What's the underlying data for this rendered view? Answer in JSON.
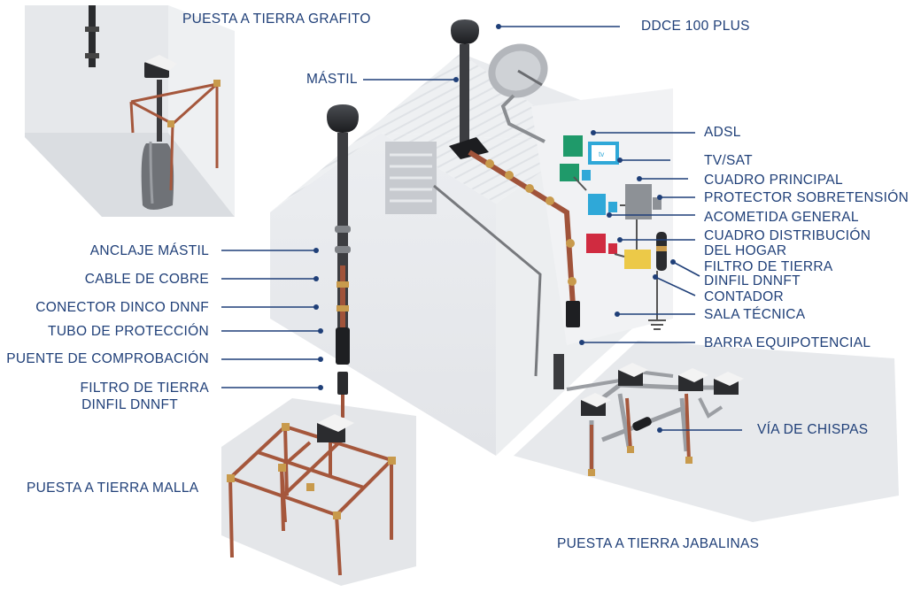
{
  "labels": {
    "puesta_grafito": "PUESTA A TIERRA GRAFITO",
    "ddce": "DDCE 100 PLUS",
    "mastil": "MÁSTIL",
    "adsl": "ADSL",
    "tvsat": "TV/SAT",
    "tv_screen": "tv",
    "cuadro_principal": "CUADRO PRINCIPAL",
    "protector": "PROTECTOR SOBRETENSIÓN",
    "acometida": "ACOMETIDA GENERAL",
    "cuadro_dist_1": "CUADRO DISTRIBUCIÓN",
    "cuadro_dist_2": "DEL HOGAR",
    "filtro_right_1": "FILTRO DE TIERRA",
    "filtro_right_2": "DINFIL DNNFT",
    "contador": "CONTADOR",
    "sala": "SALA TÉCNICA",
    "barra": "BARRA EQUIPOTENCIAL",
    "anclaje": "ANCLAJE MÁSTIL",
    "cable": "CABLE DE COBRE",
    "conector": "CONECTOR DINCO DNNF",
    "tubo": "TUBO DE PROTECCIÓN",
    "puente": "PUENTE DE COMPROBACIÓN",
    "filtro_left_1": "FILTRO DE TIERRA",
    "filtro_left_2": "DINFIL DNNFT",
    "malla": "PUESTA A TIERRA MALLA",
    "via": "VÍA DE CHISPAS",
    "jabalinas": "PUESTA A TIERRA JABALINAS"
  },
  "colors": {
    "label": "#1f3f78",
    "copper": "#a0533a",
    "brass": "#c89a4c",
    "wall": "#e9ebee",
    "ground": "#dfe2e6",
    "green_box": "#1f9a6a",
    "cyan_box": "#2fa8d8",
    "red_box": "#d02b40",
    "yellow_box": "#ecc948",
    "grey_box": "#8d9196"
  }
}
